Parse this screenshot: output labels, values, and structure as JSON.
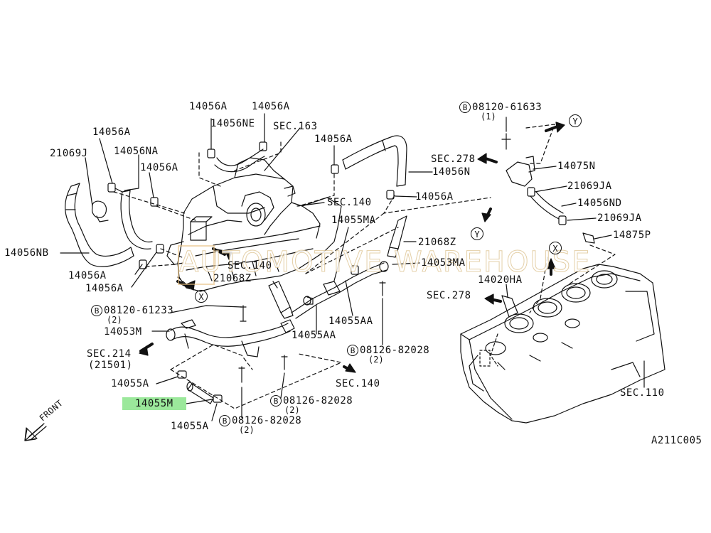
{
  "diagram_code": "A211C005",
  "watermark": "AUTOMOTIVE WAREHOUSE",
  "front_label": "FRONT",
  "highlighted_part": "14055M",
  "parts": {
    "p14056A_1": "14056A",
    "p14056A_2": "14056A",
    "p14056NE": "14056NE",
    "sec163": "SEC.163",
    "p14056A_3": "14056A",
    "p14056A_4": "14056A",
    "p21069J": "21069J",
    "p14056NA": "14056NA",
    "p14056A_5": "14056A",
    "sec140_a": "SEC.140",
    "p14056A_6": "14056A",
    "p14055MA": "14055MA",
    "p14056NB": "14056NB",
    "p14056A_7": "14056A",
    "p14056A_8": "14056A",
    "sec140_b": "SEC.140",
    "p21068Z_1": "21068Z",
    "p21068Z_2": "21068Z",
    "p14053MA": "14053MA",
    "p08120_61233": "08120-61233",
    "qty_61233": "(2)",
    "p14053M": "14053M",
    "p14055AA_1": "14055AA",
    "p14055AA_2": "14055AA",
    "sec214": "SEC.214",
    "sec214_sub": "(21501)",
    "p08126_82028_a": "08126-82028",
    "qty_82028_a": "(2)",
    "p14055A_1": "14055A",
    "sec140_c": "SEC.140",
    "p14055M": "14055M",
    "p08126_82028_b": "08126-82028",
    "qty_82028_b": "(2)",
    "p14055A_2": "14055A",
    "p08126_82028_c": "08126-82028",
    "qty_82028_c": "(2)",
    "p08120_61633": "08120-61633",
    "qty_61633": "(1)",
    "sec278_a": "SEC.278",
    "p14056N": "14056N",
    "p14075N": "14075N",
    "p21069JA_1": "21069JA",
    "p14056ND": "14056ND",
    "p21069JA_2": "21069JA",
    "p14875P": "14875P",
    "p14020HA": "14020HA",
    "sec278_b": "SEC.278",
    "sec110": "SEC.110"
  },
  "markers": {
    "bolt_symbol": "B",
    "x": "X",
    "y": "Y"
  },
  "colors": {
    "line": "#111111",
    "highlight": "#9be89b",
    "watermark": "#e0c89a"
  }
}
